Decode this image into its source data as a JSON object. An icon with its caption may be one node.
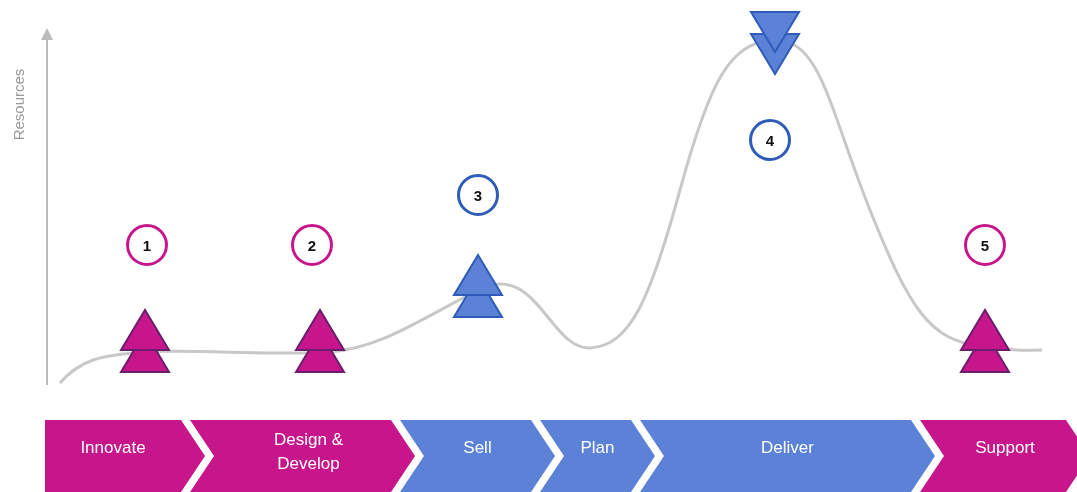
{
  "diagram": {
    "nodes": [
      {
        "text": [
          "1"
        ]
      },
      {
        "text": [
          "2"
        ]
      },
      {
        "text": [
          "3"
        ]
      },
      {
        "text": [
          "4"
        ]
      },
      {
        "text": [
          "5"
        ]
      },
      {
        "text": [
          "Innovate"
        ]
      },
      {
        "text": [
          "Design & Develop"
        ]
      },
      {
        "text": [
          "Sell"
        ]
      },
      {
        "text": [
          "Plan"
        ]
      },
      {
        "text": [
          "Deliver"
        ]
      },
      {
        "text": [
          "Support"
        ]
      }
    ],
    "edges": [],
    "labels": [
      "Resources"
    ]
  }
}
